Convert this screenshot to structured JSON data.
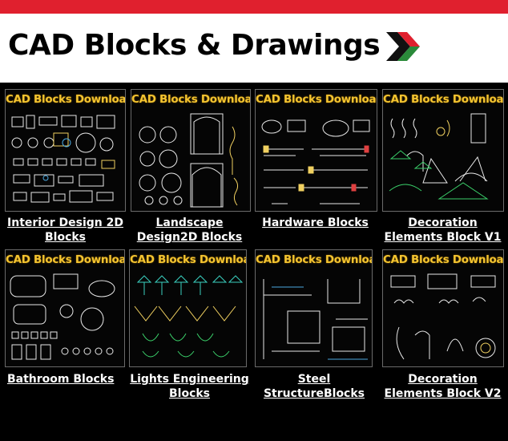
{
  "header": {
    "title": "CAD Blocks & Drawings",
    "logo_colors": {
      "red": "#e0202e",
      "black": "#111111",
      "green": "#2a8a3a"
    }
  },
  "thumb_title": "CAD Blocks Download",
  "cards": [
    {
      "caption_lines": [
        "Interior Design 2D",
        "Blocks"
      ]
    },
    {
      "caption_lines": [
        "Landscape",
        "Design2D Blocks"
      ]
    },
    {
      "caption_lines": [
        "Hardware Blocks"
      ]
    },
    {
      "caption_lines": [
        "Decoration",
        "Elements Block V1"
      ]
    },
    {
      "caption_lines": [
        "Bathroom Blocks"
      ]
    },
    {
      "caption_lines": [
        "Lights Engineering",
        "Blocks"
      ]
    },
    {
      "caption_lines": [
        "Steel StructureBlocks"
      ]
    },
    {
      "caption_lines": [
        "Decoration",
        "Elements Block V2"
      ]
    }
  ],
  "colors": {
    "accent": "#e0202e",
    "thumb_title": "#f4c430",
    "caption": "#ffffff",
    "background": "#000000"
  }
}
